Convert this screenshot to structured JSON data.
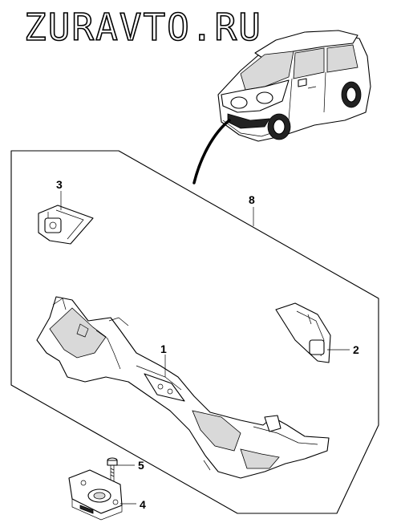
{
  "watermark": "ZURAVTO.RU",
  "callouts": {
    "c1": "1",
    "c2": "2",
    "c3": "3",
    "c4": "4",
    "c5": "5",
    "c8": "8"
  },
  "icons": {
    "car": "vehicle-outline-icon",
    "frame": "dashboard-crossmember-frame"
  }
}
